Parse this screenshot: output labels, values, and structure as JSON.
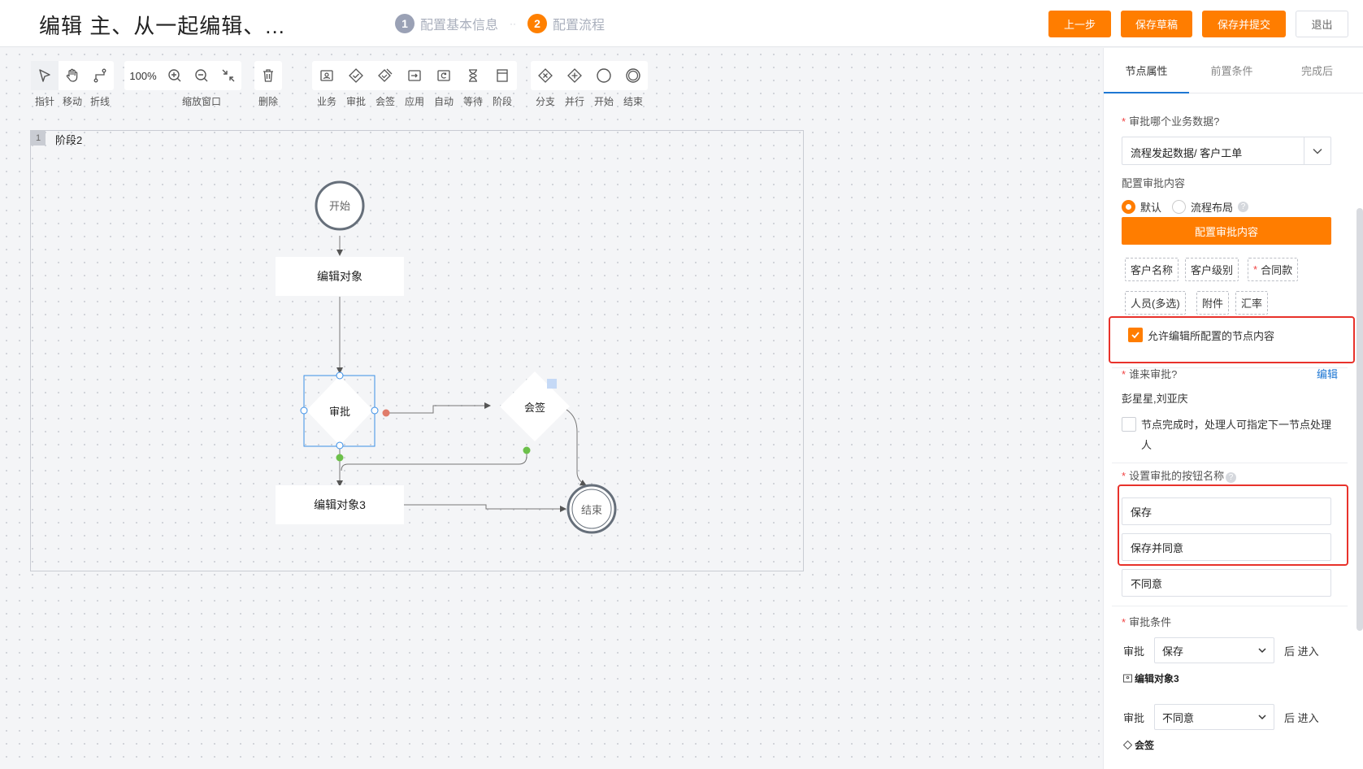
{
  "header": {
    "title": "编辑 主、从一起编辑、...",
    "steps": [
      {
        "num": "1",
        "label": "配置基本信息"
      },
      {
        "num": "2",
        "label": "配置流程"
      }
    ],
    "step_separator": "··",
    "actions": {
      "prev": "上一步",
      "save_draft": "保存草稿",
      "save_submit": "保存并提交",
      "exit": "退出"
    }
  },
  "toolbar": {
    "pointer": "指针",
    "move": "移动",
    "polyline": "折线",
    "zoom_level": "100%",
    "zoom_window": "缩放窗口",
    "delete": "删除",
    "business": "业务",
    "approve": "审批",
    "countersign": "会签",
    "apply": "应用",
    "auto": "自动",
    "wait": "等待",
    "stage": "阶段",
    "branch": "分支",
    "parallel": "并行",
    "start": "开始",
    "end": "结束"
  },
  "canvas": {
    "stage_number": "1",
    "stage_name": "阶段2",
    "nodes": {
      "start": "开始",
      "edit_object": "编辑对象",
      "approve": "审批",
      "countersign": "会签",
      "edit_object3": "编辑对象3",
      "end": "结束"
    }
  },
  "panel": {
    "tabs": [
      "节点属性",
      "前置条件",
      "完成后"
    ],
    "business_data_label": "审批哪个业务数据?",
    "business_data_value": "流程发起数据/ 客户工单",
    "content_label": "配置审批内容",
    "radio_default": "默认",
    "radio_layout": "流程布局",
    "config_button": "配置审批内容",
    "fields": [
      "客户名称",
      "客户级别",
      "合同款",
      "人员(多选)",
      "附件",
      "汇率"
    ],
    "allow_edit": "允许编辑所配置的节点内容",
    "who_approves_label": "谁来审批?",
    "edit_link": "编辑",
    "approvers": "彭星星,刘亚庆",
    "next_assign": "节点完成时，处理人可指定下一节点处理人",
    "button_names_label": "设置审批的按钮名称",
    "button_names": [
      "保存",
      "保存并同意",
      "不同意"
    ],
    "conditions_label": "审批条件",
    "conditions": [
      {
        "prefix": "审批",
        "value": "保存",
        "suffix": "后 进入",
        "target": "编辑对象3"
      },
      {
        "prefix": "审批",
        "value": "不同意",
        "suffix": "后 进入",
        "target": "会签"
      }
    ]
  },
  "colors": {
    "accent": "#ff7d00",
    "highlight": "#e8322b",
    "link": "#1e77d3"
  }
}
